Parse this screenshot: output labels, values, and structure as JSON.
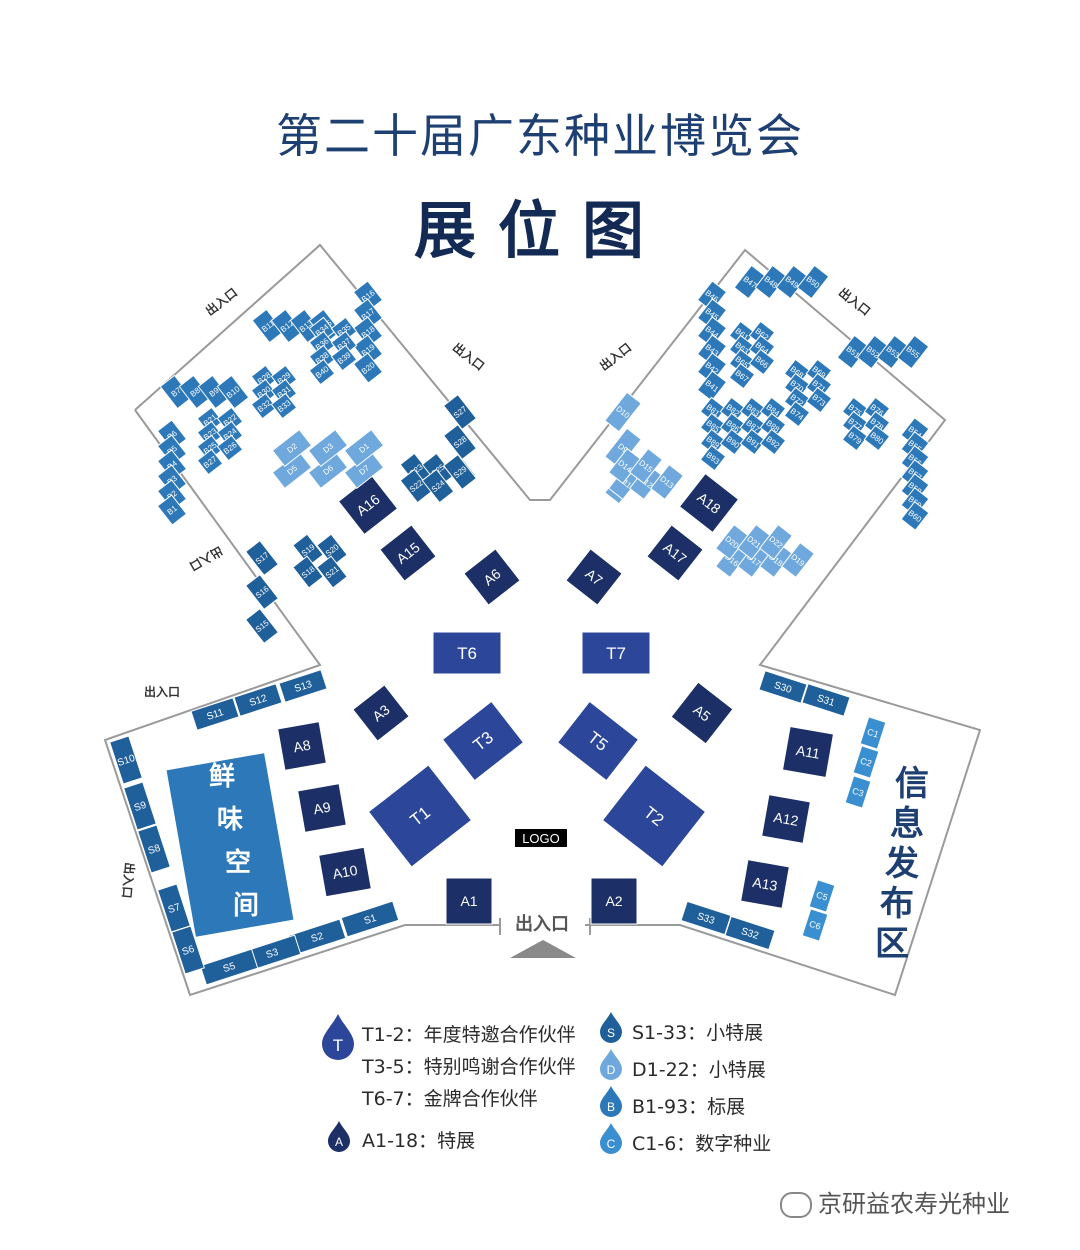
{
  "header": {
    "title": "第二十届广东种业博览会",
    "subtitle": "展位图"
  },
  "colors": {
    "T": "#2c479a",
    "A": "#1c2f66",
    "S": "#1f5f9a",
    "B": "#2c78b8",
    "D": "#6fa8dc",
    "C": "#3a8fd0",
    "wall": "#9a9a9a"
  },
  "labels": {
    "exit": "出入口",
    "logo": "LOGO",
    "info_area": "信息发布区",
    "fresh_space": "鲜味空间"
  },
  "legend": {
    "T": {
      "letter": "T",
      "lines": [
        "T1-2：年度特邀合作伙伴",
        "T3-5：特别鸣谢合作伙伴",
        "T6-7：金牌合作伙伴"
      ]
    },
    "A": {
      "letter": "A",
      "line": "A1-18：特展"
    },
    "S": {
      "letter": "S",
      "line": "S1-33：小特展"
    },
    "D": {
      "letter": "D",
      "line": "D1-22：小特展"
    },
    "B": {
      "letter": "B",
      "line": "B1-93：标展"
    },
    "C": {
      "letter": "C",
      "line": "C1-6：数字种业"
    }
  },
  "watermark": "京研益农寿光种业"
}
